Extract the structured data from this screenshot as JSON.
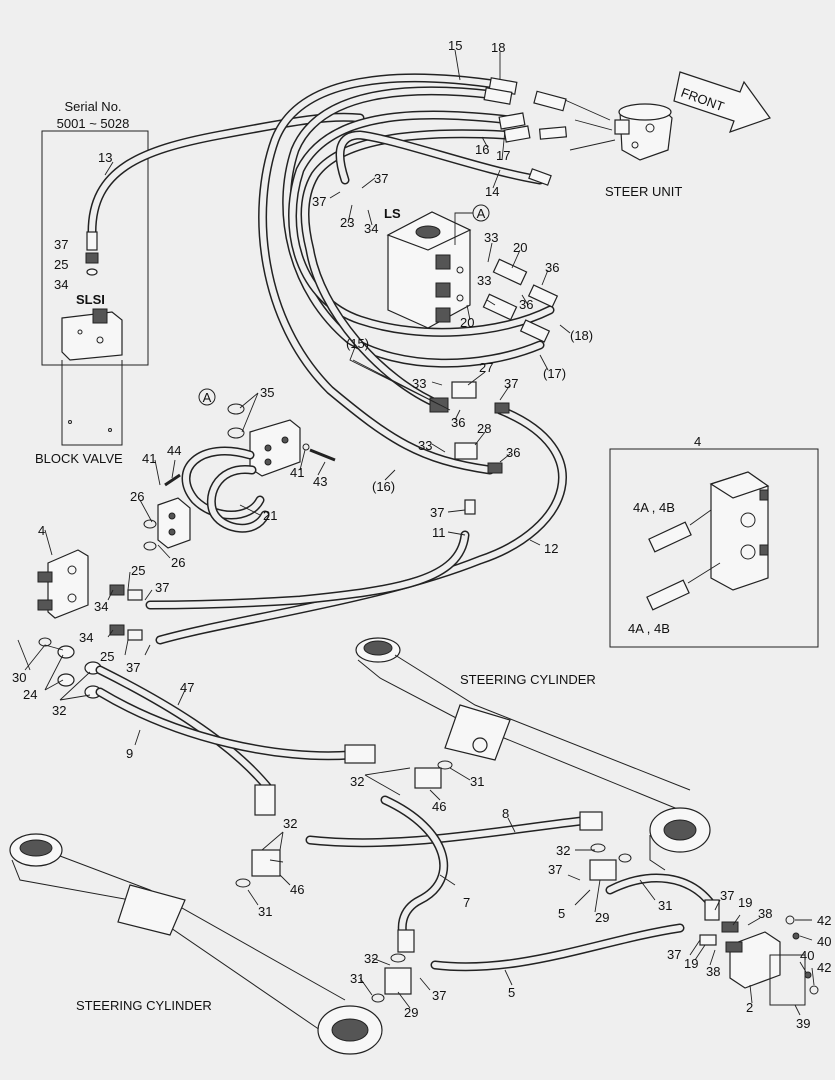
{
  "labels": {
    "serial_header": "Serial No.",
    "serial_range": "5001 ~ 5028",
    "slsi": "SLSI",
    "block_valve": "BLOCK VALVE",
    "ls": "LS",
    "steer_unit": "STEER UNIT",
    "front": "FRONT",
    "steering_cylinder_right": "STEERING CYLINDER",
    "steering_cylinder_left": "STEERING CYLINDER",
    "detail_a_1": "A",
    "detail_a_2": "A",
    "inset_4_title": "4",
    "inset_4a4b_top": "4A , 4B",
    "inset_4a4b_bottom": "4A , 4B"
  },
  "callouts": {
    "c15_top": "15",
    "c18_top": "18",
    "c13": "13",
    "c16": "16",
    "c17": "17",
    "c14": "14",
    "c37_a": "37",
    "c37_b": "37",
    "c23": "23",
    "c34_a": "34",
    "c37_slsi": "37",
    "c25_slsi": "25",
    "c34_slsi": "34",
    "c33_a": "33",
    "c20_a": "20",
    "c36_a": "36",
    "c36_b": "36",
    "c33_b": "33",
    "c20_b": "20",
    "c18_p": "(18)",
    "c17_p": "(17)",
    "c15_p": "(15)",
    "c33_c": "33",
    "c27": "27",
    "c37_c": "37",
    "c36_c": "36",
    "c33_d": "33",
    "c28": "28",
    "c36_d": "36",
    "c16_p": "(16)",
    "c37_d": "37",
    "c11": "11",
    "c12": "12",
    "c35": "35",
    "c44": "44",
    "c41_a": "41",
    "c41_b": "41",
    "c43": "43",
    "c26_a": "26",
    "c21": "21",
    "c26_b": "26",
    "c4_left": "4",
    "c25_a": "25",
    "c37_e": "37",
    "c34_b": "34",
    "c34_c": "34",
    "c25_b": "25",
    "c37_f": "37",
    "c30": "30",
    "c24": "24",
    "c32_a": "32",
    "c47": "47",
    "c9": "9",
    "c32_b": "32",
    "c31_a": "31",
    "c46_a": "46",
    "c8": "8",
    "c32_c": "32",
    "c46_b": "46",
    "c31_b": "31",
    "c7": "7",
    "c32_d": "32",
    "c37_g": "37",
    "c29_a": "29",
    "c5_a": "5",
    "c31_c": "31",
    "c37_h": "37",
    "c19_a": "19",
    "c38_a": "38",
    "c42_a": "42",
    "c40_a": "40",
    "c37_i": "37",
    "c19_b": "19",
    "c38_b": "38",
    "c40_b": "40",
    "c42_b": "42",
    "c2": "2",
    "c39": "39",
    "c32_e": "32",
    "c31_d": "31",
    "c29_b": "29",
    "c37_j": "37",
    "c5_b": "5"
  }
}
